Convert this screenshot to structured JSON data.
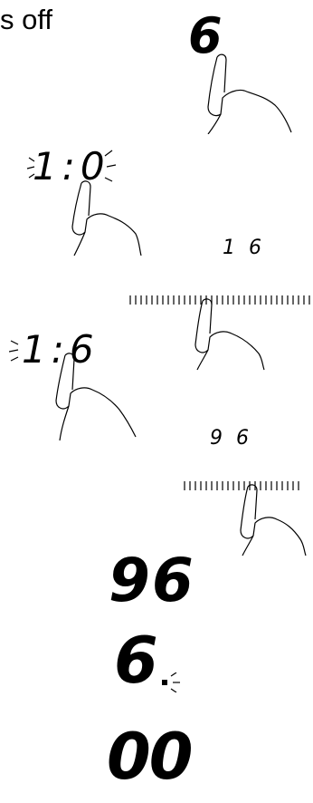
{
  "header": {
    "text": "s off"
  },
  "steps": {
    "step1_display": "6",
    "step2_display": "1:0",
    "step2_slider_value": "1 6",
    "step3_display": "1:6",
    "step3_slider_value": "9 6",
    "step4_display": "96",
    "step5_display": "6",
    "step6_display": "00"
  },
  "icons": {
    "finger": "pointing-finger-icon",
    "blink": "blink-rays-icon",
    "slider": "touch-slider-icon",
    "dot": "indicator-dot-icon"
  },
  "colors": {
    "ink": "#000000",
    "background": "#ffffff"
  }
}
